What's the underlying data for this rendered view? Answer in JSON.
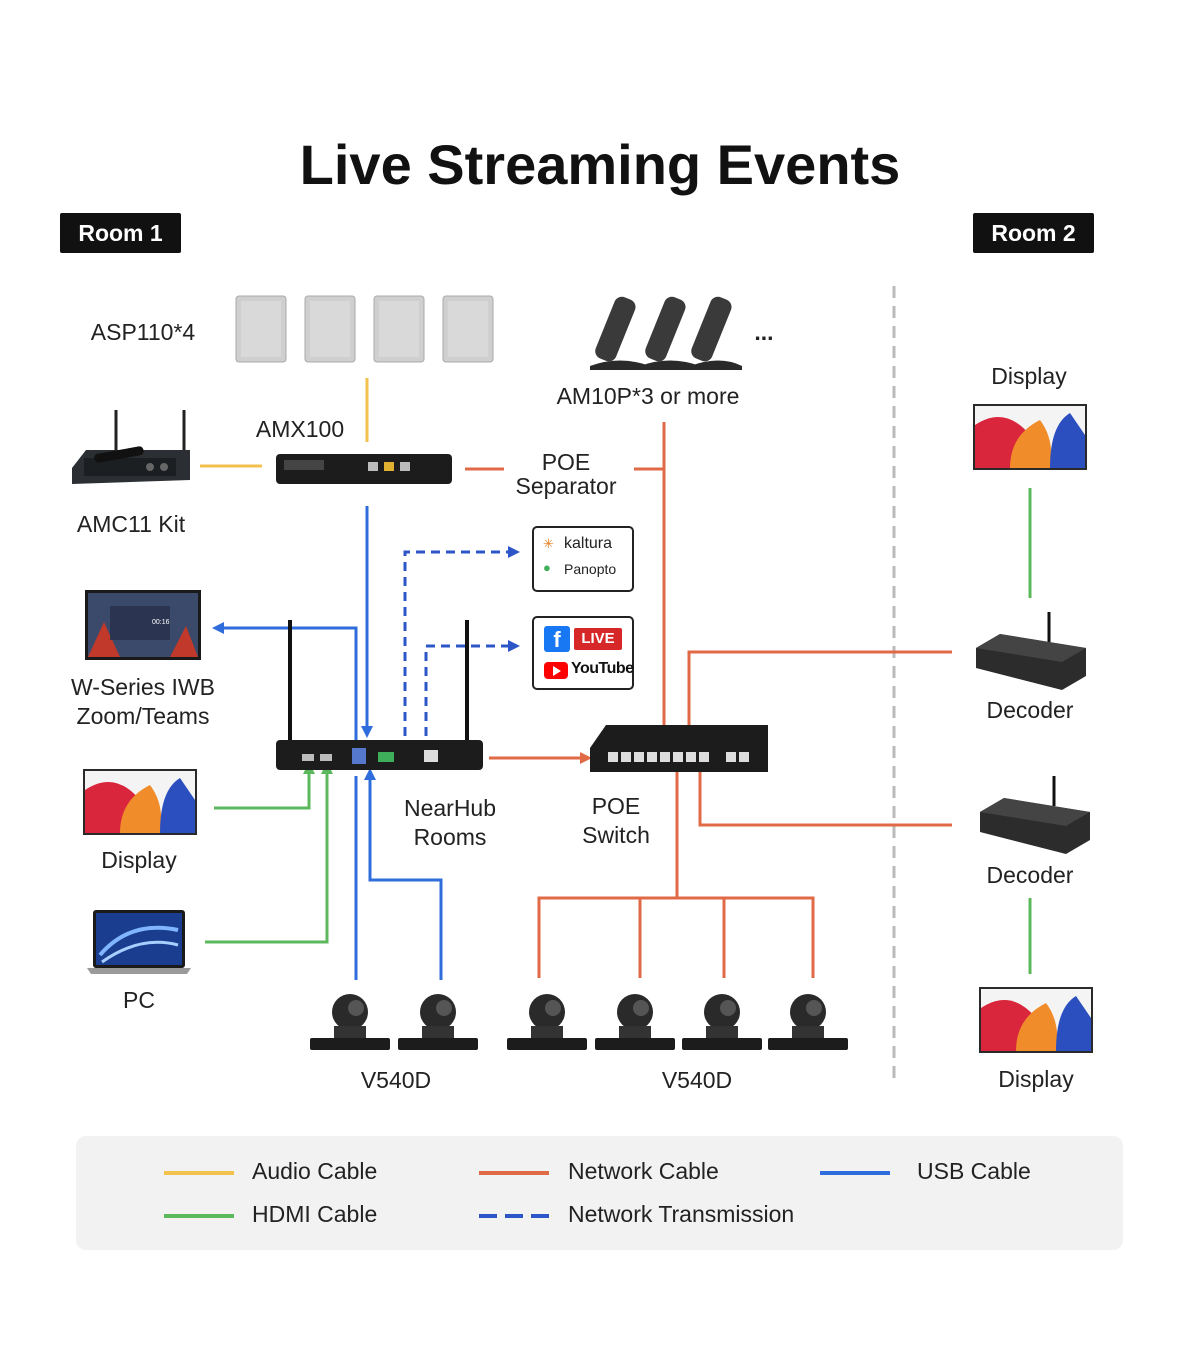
{
  "title": "Live Streaming Events",
  "rooms": {
    "room1": "Room 1",
    "room2": "Room 2"
  },
  "labels": {
    "speakers": "ASP110*4",
    "mics": "AM10P*3 or more",
    "mics_more": "...",
    "amx100": "AMX100",
    "amc11": "AMC11 Kit",
    "poe_separator_1": "POE",
    "poe_separator_2": "Separator",
    "iwb_1": "W-Series IWB",
    "iwb_2": "Zoom/Teams",
    "display_left": "Display",
    "pc": "PC",
    "nearhub_1": "NearHub",
    "nearhub_2": "Rooms",
    "poe_switch_1": "POE",
    "poe_switch_2": "Switch",
    "v540d_left": "V540D",
    "v540d_right": "V540D",
    "display_room2_top": "Display",
    "decoder_top": "Decoder",
    "decoder_bottom": "Decoder",
    "display_room2_bottom": "Display",
    "iwb_screen_time": "00:16"
  },
  "logos": {
    "kaltura": "kaltura",
    "panopto": "Panopto",
    "facebook_live": "LIVE",
    "youtube": "YouTube"
  },
  "legend": {
    "audio": "Audio Cable",
    "network": "Network Cable",
    "usb": "USB Cable",
    "hdmi": "HDMI Cable",
    "network_transmission": "Network Transmission"
  },
  "colors": {
    "audio": "#f2c14e",
    "network": "#e06a45",
    "usb": "#2f6ddc",
    "hdmi": "#5cb85c",
    "network_transmission": "#2c55c8"
  },
  "icons": [
    "speaker-icon",
    "microphone-icon",
    "audio-processor-icon",
    "wireless-receiver-icon",
    "whiteboard-icon",
    "display-icon",
    "laptop-icon",
    "router-icon",
    "switch-icon",
    "camera-icon",
    "decoder-icon"
  ]
}
